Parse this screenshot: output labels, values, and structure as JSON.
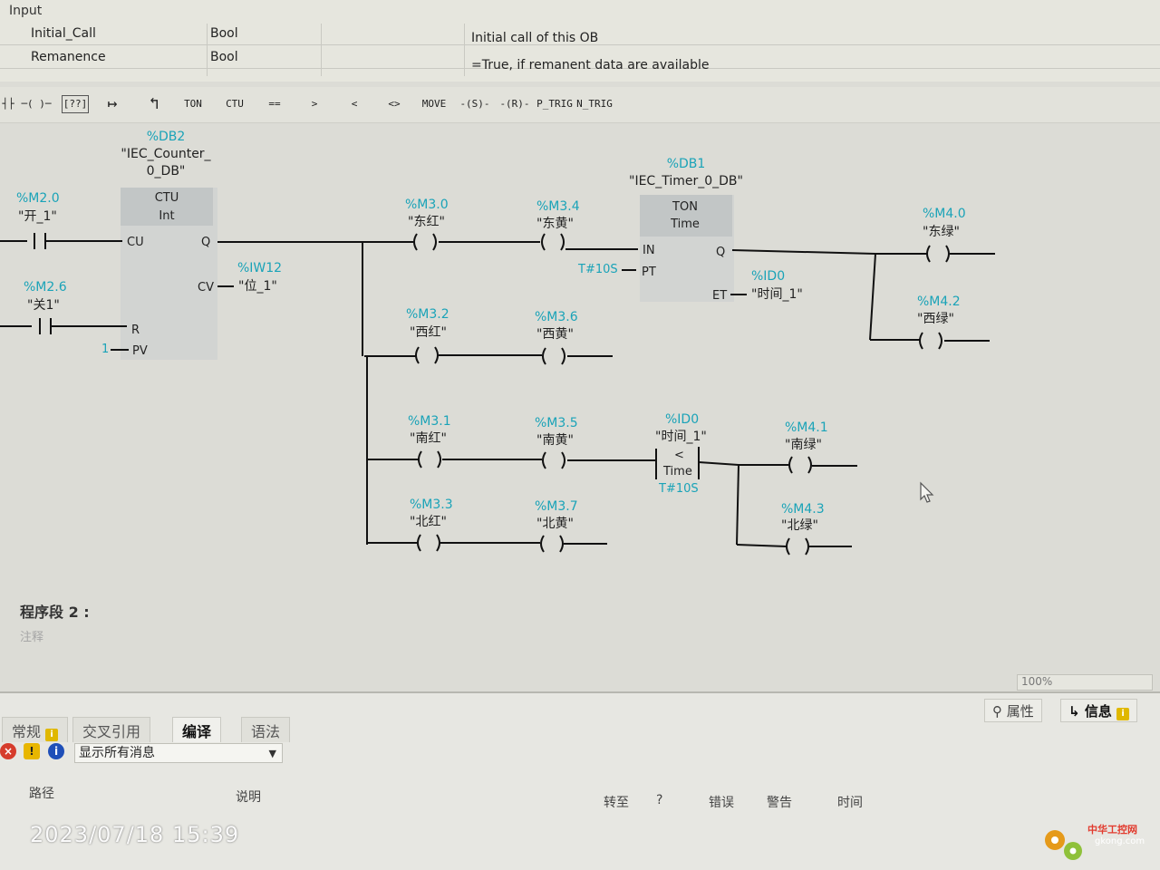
{
  "interface": {
    "section": "Input",
    "rows": [
      {
        "name": "Initial_Call",
        "type": "Bool",
        "comment": "Initial call of this OB"
      },
      {
        "name": "Remanence",
        "type": "Bool",
        "comment": "=True, if remanent data are available"
      }
    ]
  },
  "toolbar": {
    "items": [
      {
        "name": "no-contact-button",
        "label": "┤├"
      },
      {
        "name": "coil-button",
        "label": "─( )─"
      },
      {
        "name": "empty-box-button",
        "label": "[??]"
      },
      {
        "name": "open-branch-button",
        "label": "↦"
      },
      {
        "name": "close-branch-button",
        "label": "↰"
      },
      {
        "name": "ton-button",
        "label": "TON"
      },
      {
        "name": "ctu-button",
        "label": "CTU"
      },
      {
        "name": "compare-eq-button",
        "label": "=="
      },
      {
        "name": "compare-gt-button",
        "label": ">"
      },
      {
        "name": "compare-lt-button",
        "label": "<"
      },
      {
        "name": "compare-ne-button",
        "label": "<>"
      },
      {
        "name": "move-button",
        "label": "MOVE"
      },
      {
        "name": "set-coil-button",
        "label": "-(S)-"
      },
      {
        "name": "reset-coil-button",
        "label": "-(R)-"
      },
      {
        "name": "p-trig-button",
        "label": "P_TRIG"
      },
      {
        "name": "n-trig-button",
        "label": "N_TRIG"
      }
    ]
  },
  "ladder": {
    "counter": {
      "db": "%DB2",
      "inst1": "\"IEC_Counter_",
      "inst2": "0_DB\"",
      "type": "CTU",
      "dtype": "Int",
      "pin_cu": "CU",
      "pin_q": "Q",
      "pin_r": "R",
      "pin_pv": "PV",
      "pin_cv": "CV",
      "pv_value": "1",
      "cv_addr": "%IW12",
      "cv_tag": "\"位_1\""
    },
    "timer": {
      "db": "%DB1",
      "inst": "\"IEC_Timer_0_DB\"",
      "type": "TON",
      "dtype": "Time",
      "pin_in": "IN",
      "pin_q": "Q",
      "pin_pt": "PT",
      "pin_et": "ET",
      "pt_value": "T#10S",
      "et_addr": "%ID0",
      "et_tag": "\"时间_1\""
    },
    "compare": {
      "addr": "%ID0",
      "tag": "\"时间_1\"",
      "op": "<",
      "dtype": "Time",
      "value": "T#10S"
    },
    "contacts": {
      "m20": {
        "addr": "%M2.0",
        "tag": "\"开_1\""
      },
      "m26": {
        "addr": "%M2.6",
        "tag": "\"关1\""
      },
      "m30": {
        "addr": "%M3.0",
        "tag": "\"东红\""
      },
      "m34": {
        "addr": "%M3.4",
        "tag": "\"东黄\""
      },
      "m32": {
        "addr": "%M3.2",
        "tag": "\"西红\""
      },
      "m36": {
        "addr": "%M3.6",
        "tag": "\"西黄\""
      },
      "m31": {
        "addr": "%M3.1",
        "tag": "\"南红\""
      },
      "m35": {
        "addr": "%M3.5",
        "tag": "\"南黄\""
      },
      "m33": {
        "addr": "%M3.3",
        "tag": "\"北红\""
      },
      "m37": {
        "addr": "%M3.7",
        "tag": "\"北黄\""
      },
      "m40": {
        "addr": "%M4.0",
        "tag": "\"东绿\""
      },
      "m42": {
        "addr": "%M4.2",
        "tag": "\"西绿\""
      },
      "m41": {
        "addr": "%M4.1",
        "tag": "\"南绿\""
      },
      "m43": {
        "addr": "%M4.3",
        "tag": "\"北绿\""
      }
    }
  },
  "network2": {
    "title": "程序段 2 :",
    "comment": "注释",
    "zoom": "100%"
  },
  "inspector": {
    "tabs": [
      "常规",
      "交叉引用",
      "编译",
      "语法"
    ],
    "active_tab": "编译",
    "right_tabs": [
      "属性",
      "信息"
    ],
    "filter": "显示所有消息",
    "columns": {
      "path": "路径",
      "desc": "说明",
      "goto": "转至",
      "q": "?",
      "errors": "错误",
      "warnings": "警告",
      "time": "时间"
    }
  },
  "overlay": {
    "timestamp": "2023/07/18 15:39",
    "watermark_cn": "中华工控网",
    "watermark_url": "gkong.com"
  },
  "colors": {
    "address": "#1aa3b8",
    "box_fill": "#d2d4d2",
    "box_header": "#c2c6c6"
  }
}
